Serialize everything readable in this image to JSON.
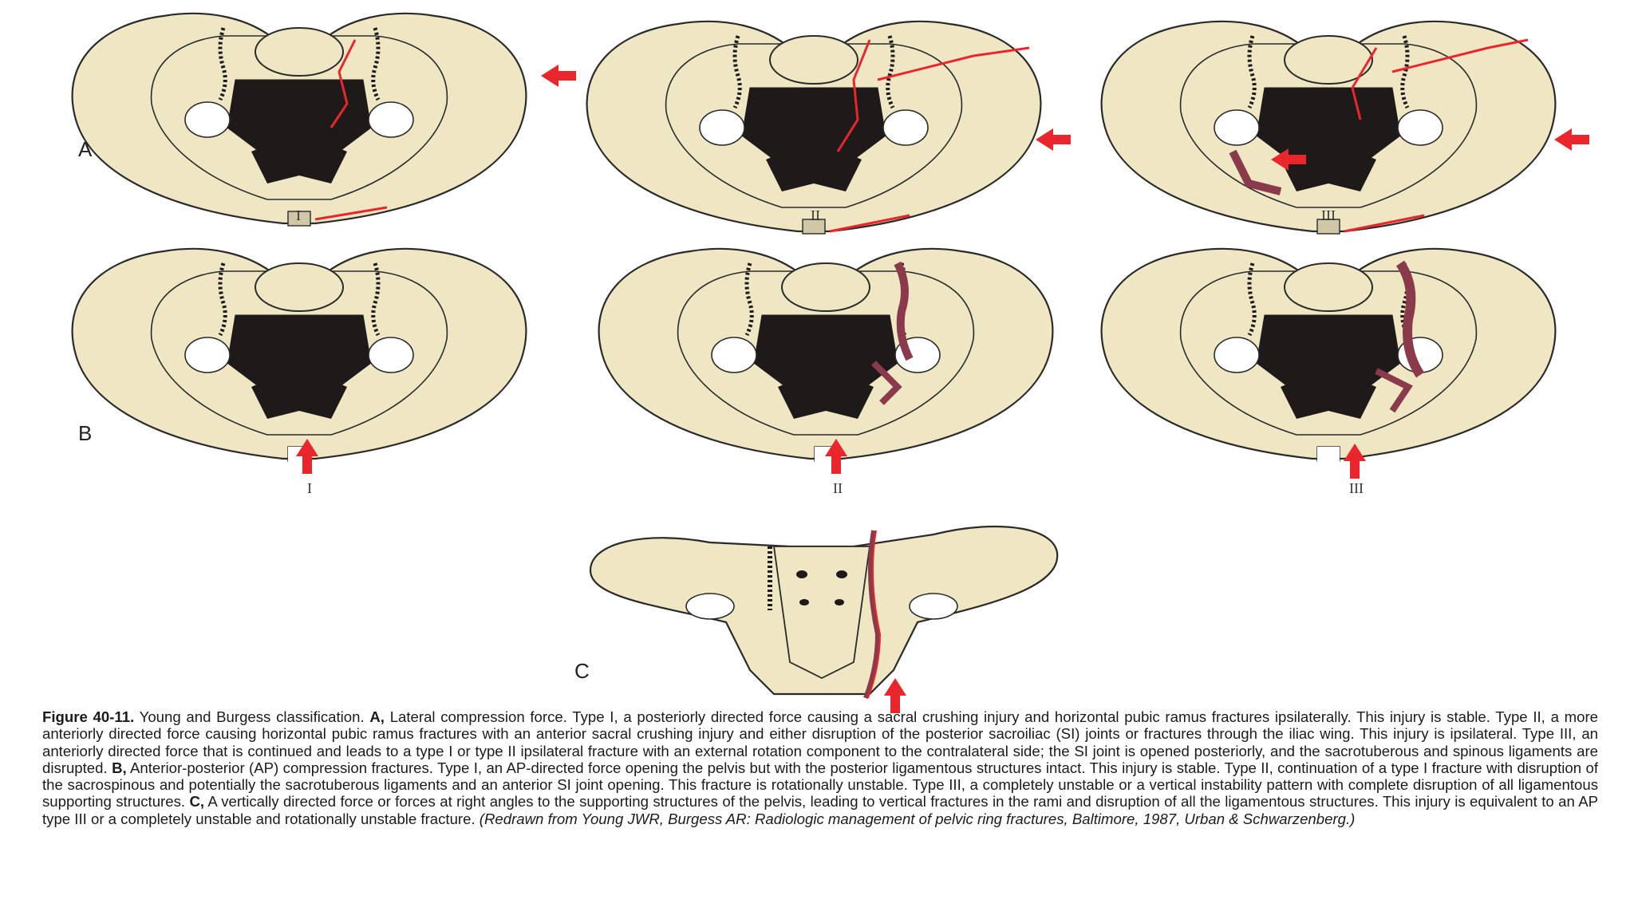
{
  "panels": {
    "row_letters": [
      "A",
      "B",
      "C"
    ],
    "type_labels": [
      "I",
      "II",
      "III"
    ]
  },
  "caption": {
    "figure_label": "Figure 40-11.",
    "seg1": " Young and Burgess classification. ",
    "label_a": "A,",
    "seg2": " Lateral compression force. Type I, a posteriorly directed force causing a sacral crushing injury and horizontal pubic ramus fractures ipsilaterally. This injury is stable. Type II, a more anteriorly directed force causing horizontal pubic ramus fractures with an anterior sacral crushing injury and either disruption of the posterior sacroiliac (SI) joints or fractures through the iliac wing. This injury is ipsilateral. Type III, an anteriorly directed force that is continued and leads to a type I or type II ipsilateral fracture with an external rotation component to the contralateral side; the SI joint is opened posteriorly, and the sacrotuberous and spinous ligaments are disrupted. ",
    "label_b": "B,",
    "seg3": " Anterior-posterior (AP) compression fractures. Type I, an AP-directed force opening the pelvis but with the posterior ligamentous structures intact. This injury is stable. Type II, continuation of a type I fracture with disruption of the sacrospinous and potentially the sacrotuberous ligaments and an anterior SI joint opening. This fracture is rotationally unstable. Type III, a completely unstable or a vertical instability pattern with complete disruption of all ligamentous supporting structures. ",
    "label_c": "C,",
    "seg4": " A vertically directed force or forces at right angles to the supporting structures of the pelvis, leading to vertical fractures in the rami and disruption of all the ligamentous structures. This injury is equivalent to an AP type III or a completely unstable and rotationally unstable fracture. ",
    "credit": "(Redrawn from Young JWR, Burgess AR: Radiologic management of pelvic ring fractures, Baltimore, 1987, Urban & Schwarzenberg.)"
  },
  "colors": {
    "bone": "#efe7c4",
    "outline": "#2a2a2a",
    "ligament": "#1e1a1a",
    "injury_red": "#e8262c",
    "torn_ligament": "#8a3a4a"
  }
}
